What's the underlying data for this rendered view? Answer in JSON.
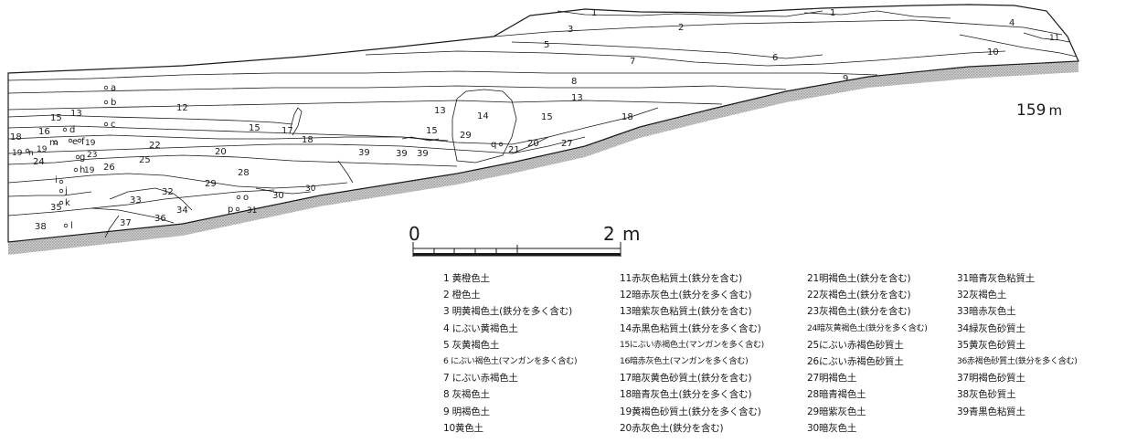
{
  "elevation": {
    "value": "159",
    "unit": "m"
  },
  "scale": {
    "start": "0",
    "end": "2",
    "unit": "m"
  },
  "layer_labels": [
    "1",
    "1",
    "2",
    "3",
    "4",
    "5",
    "6",
    "7",
    "8",
    "9",
    "10",
    "11",
    "12",
    "13",
    "13",
    "13",
    "14",
    "15",
    "15",
    "15",
    "15",
    "16",
    "17",
    "18",
    "18",
    "18",
    "19",
    "19",
    "19",
    "19",
    "20",
    "20",
    "21",
    "22",
    "23",
    "24",
    "25",
    "26",
    "27",
    "28",
    "29",
    "29",
    "30",
    "30",
    "31",
    "32",
    "33",
    "34",
    "35",
    "36",
    "37",
    "38",
    "39",
    "39",
    "39"
  ],
  "sample_points": [
    "a",
    "b",
    "c",
    "d",
    "e",
    "f",
    "g",
    "h",
    "i",
    "j",
    "k",
    "l",
    "m",
    "n",
    "o",
    "p",
    "q"
  ],
  "legend": {
    "columns": [
      [
        "1 黄橙色土",
        "2 橙色土",
        "3 明黄褐色土(鉄分を多く含む)",
        "4 にぶい黄褐色土",
        "5 灰黄褐色土",
        "6 にぶい褐色土(マンガンを多く含む)",
        "7 にぶい赤褐色土",
        "8 灰褐色土",
        "9 明褐色土",
        "10黄色土"
      ],
      [
        "11赤灰色粘質土(鉄分を含む)",
        "12暗赤灰色土(鉄分を多く含む)",
        "13暗紫灰色粘質土(鉄分を含む)",
        "14赤黒色粘質土(鉄分を多く含む)",
        "15にぶい赤褐色土(マンガンを多く含む)",
        "16暗赤灰色土(マンガンを多く含む)",
        "17暗灰黄色砂質土(鉄分を含む)",
        "18暗青灰色土(鉄分を多く含む)",
        "19黄褐色砂質土(鉄分を多く含む)",
        "20赤灰色土(鉄分を含む)"
      ],
      [
        "21明褐色土(鉄分を含む)",
        "22灰褐色土(鉄分を含む)",
        "23灰褐色土(鉄分を含む)",
        "24暗灰黄褐色土(鉄分を多く含む)",
        "25にぶい赤褐色砂質土",
        "26にぶい赤褐色砂質土",
        "27明褐色土",
        "28暗青褐色土",
        "29暗紫灰色土",
        "30暗灰色土"
      ],
      [
        "31暗青灰色粘質土",
        "32灰褐色土",
        "33暗赤灰色土",
        "34緑灰色砂質土",
        "35黄灰色砂質土",
        "36赤褐色砂質土(鉄分を多く含む)",
        "37明褐色砂質土",
        "38灰色砂質土",
        "39青黒色粘質土"
      ]
    ]
  }
}
